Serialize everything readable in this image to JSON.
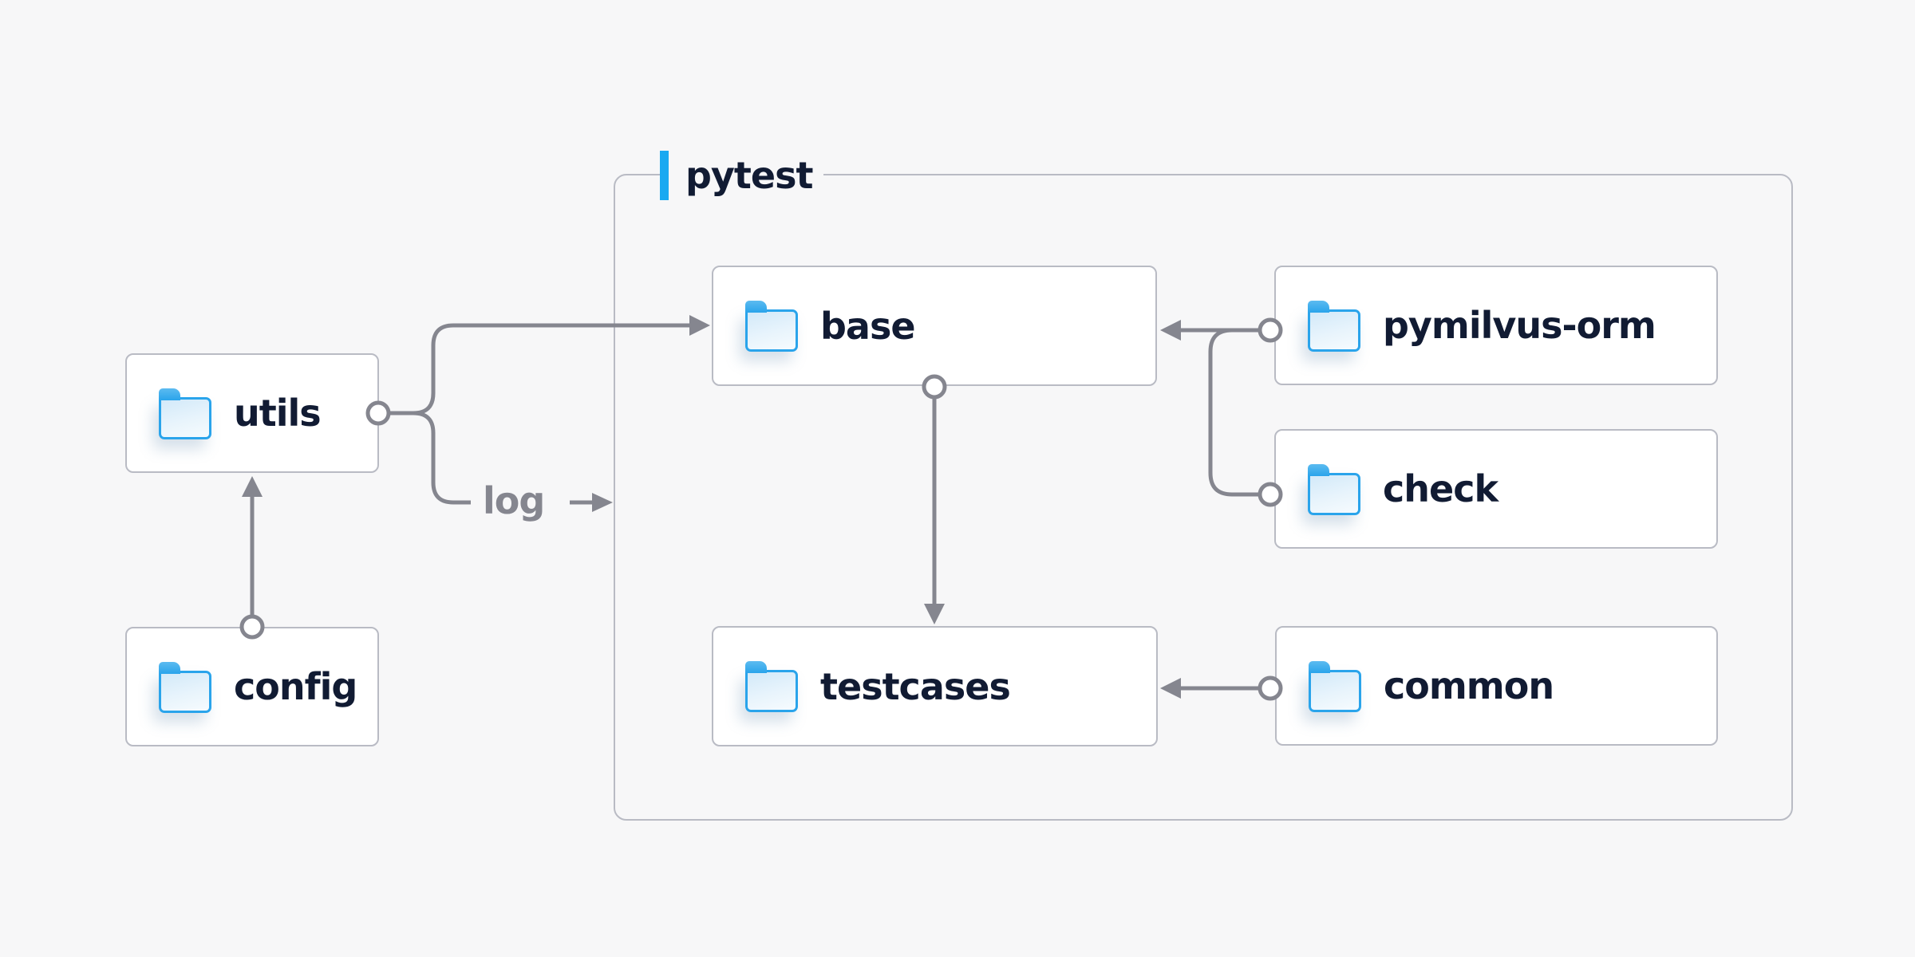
{
  "diagram": {
    "background_color": "#f7f7f8",
    "container": {
      "label": "pytest",
      "accent_color": "#19a9f1",
      "border_color": "#b9bbc4"
    },
    "nodes": {
      "utils": {
        "label": "utils",
        "icon": "folder-icon"
      },
      "config": {
        "label": "config",
        "icon": "folder-icon"
      },
      "base": {
        "label": "base",
        "icon": "folder-icon"
      },
      "pymilvus_orm": {
        "label": "pymilvus-orm",
        "icon": "folder-icon"
      },
      "check": {
        "label": "check",
        "icon": "folder-icon"
      },
      "testcases": {
        "label": "testcases",
        "icon": "folder-icon"
      },
      "common": {
        "label": "common",
        "icon": "folder-icon"
      }
    },
    "annotations": {
      "log": "log"
    },
    "edges": [
      {
        "from": "utils",
        "to": "base"
      },
      {
        "from": "utils",
        "to": "pytest",
        "label": "log"
      },
      {
        "from": "config",
        "to": "utils"
      },
      {
        "from": "pymilvus-orm",
        "to": "base"
      },
      {
        "from": "check",
        "to": "base"
      },
      {
        "from": "base",
        "to": "testcases"
      },
      {
        "from": "common",
        "to": "testcases"
      }
    ],
    "colors": {
      "line": "#85868f",
      "node_border": "#b9bbc4",
      "node_background": "#ffffff",
      "text_dark": "#111b33",
      "folder_blue": "#2aa4eb",
      "accent_blue": "#19a9f1"
    }
  }
}
